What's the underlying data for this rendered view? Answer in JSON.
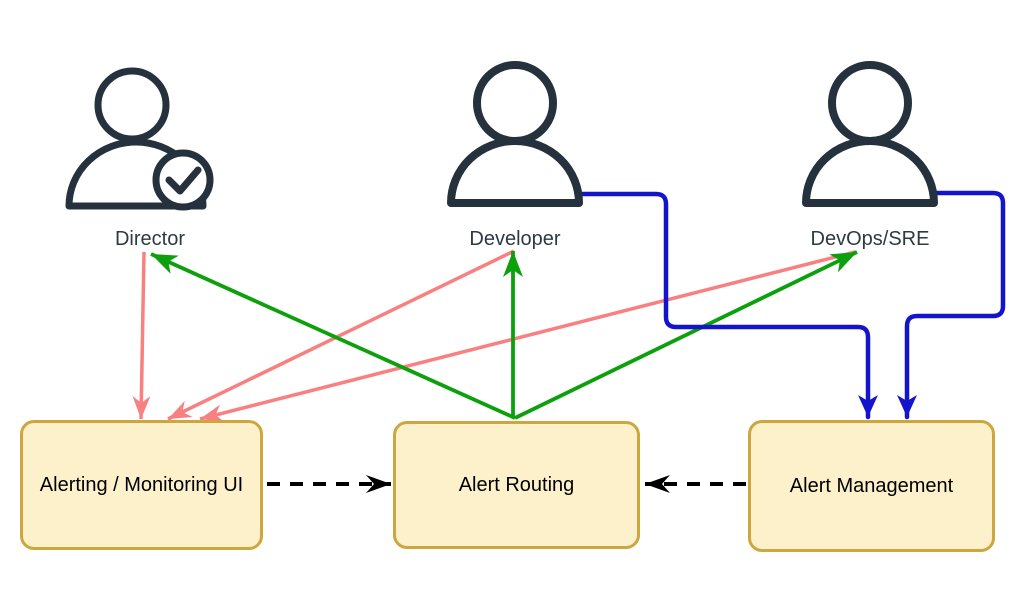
{
  "title": "Alerting roles and flow diagram",
  "colors": {
    "red": "#F88080",
    "green": "#0CA10C",
    "blue": "#1414CC",
    "dashed": "#000000",
    "box_fill": "#FCF1CB",
    "box_border": "#CDA73E",
    "icon": "#25313D",
    "label": "#2C3A46",
    "text": "#000000"
  },
  "actors": [
    {
      "id": "director",
      "label": "Director",
      "icon": "person-check-icon"
    },
    {
      "id": "developer",
      "label": "Developer",
      "icon": "person-icon"
    },
    {
      "id": "devops",
      "label": "DevOps/SRE",
      "icon": "person-icon"
    }
  ],
  "nodes": [
    {
      "id": "alerting-ui",
      "label": "Alerting / Monitoring UI"
    },
    {
      "id": "alert-routing",
      "label": "Alert Routing"
    },
    {
      "id": "alert-management",
      "label": "Alert Management"
    }
  ],
  "edges": [
    {
      "from": "director",
      "to": "alerting-ui",
      "color": "red",
      "style": "solid"
    },
    {
      "from": "developer",
      "to": "alerting-ui",
      "color": "red",
      "style": "solid"
    },
    {
      "from": "devops",
      "to": "alerting-ui",
      "color": "red",
      "style": "solid"
    },
    {
      "from": "alert-routing",
      "to": "director",
      "color": "green",
      "style": "solid"
    },
    {
      "from": "alert-routing",
      "to": "developer",
      "color": "green",
      "style": "solid"
    },
    {
      "from": "alert-routing",
      "to": "devops",
      "color": "green",
      "style": "solid"
    },
    {
      "from": "developer",
      "to": "alert-management",
      "color": "blue",
      "style": "solid-orthogonal"
    },
    {
      "from": "devops",
      "to": "alert-management",
      "color": "blue",
      "style": "solid-orthogonal"
    },
    {
      "from": "alerting-ui",
      "to": "alert-routing",
      "color": "black",
      "style": "dashed"
    },
    {
      "from": "alert-management",
      "to": "alert-routing",
      "color": "black",
      "style": "dashed"
    }
  ]
}
